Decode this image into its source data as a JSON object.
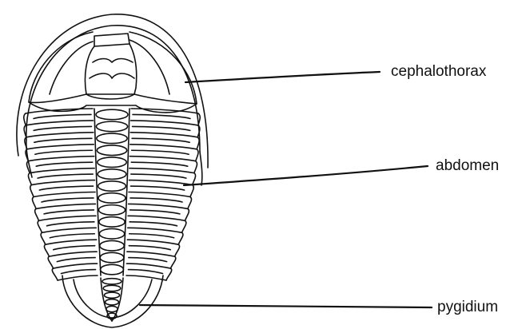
{
  "labels": {
    "cephalothorax": "cephalothorax",
    "abdomen": "abdomen",
    "pygidium": "pygidium"
  },
  "style": {
    "ink": "#111111",
    "paper": "#ffffff"
  },
  "segments": {
    "thoracic_count": 14,
    "pygidial_axis_rings": 6
  }
}
